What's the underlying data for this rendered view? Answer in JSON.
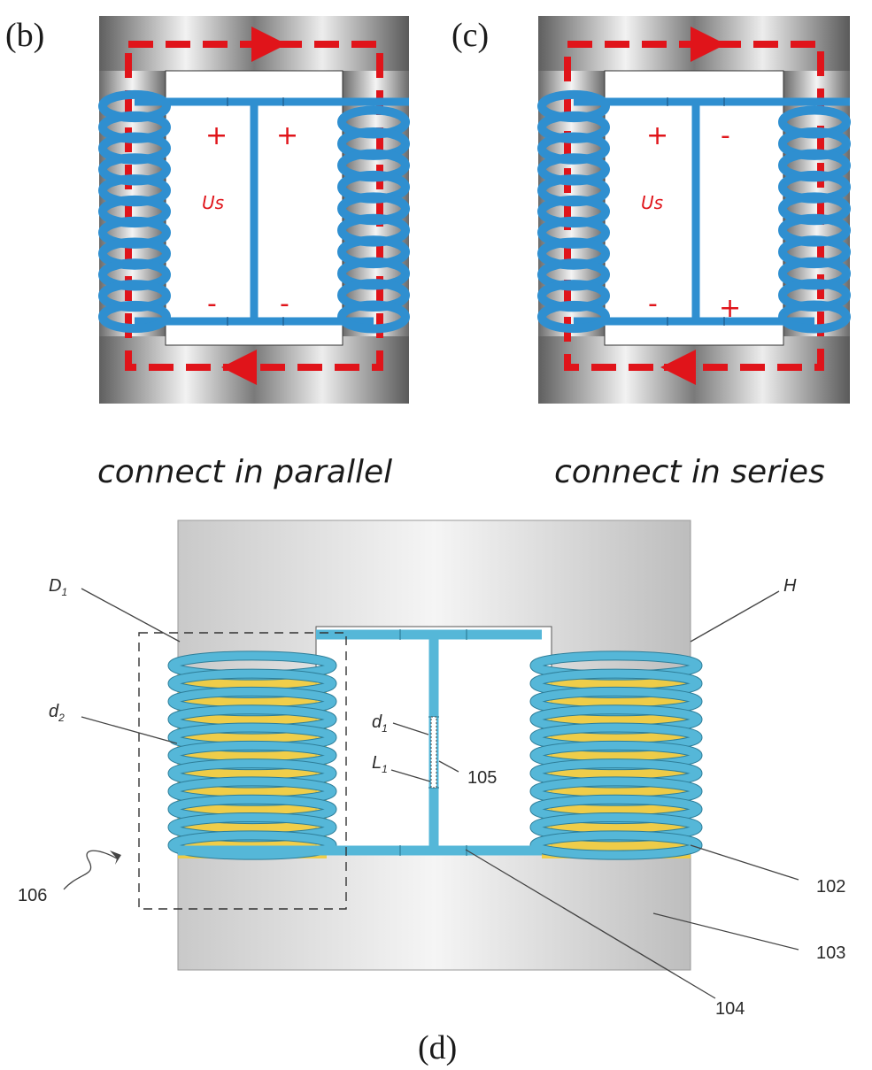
{
  "panels": {
    "b": {
      "letter": "(b)",
      "caption": "connect in parallel",
      "left_top": "+",
      "right_top": "+",
      "left_bottom": "-",
      "right_bottom": "-",
      "source": "Us"
    },
    "c": {
      "letter": "(c)",
      "caption": "connect in series",
      "left_top": "+",
      "right_top": "-",
      "left_bottom": "-",
      "right_bottom": "+",
      "source": "Us"
    },
    "d": {
      "letter": "(d)",
      "labels": {
        "D": "D",
        "D_sub": "1",
        "H": "H",
        "d2": "d",
        "d2_sub": "2",
        "d1": "d",
        "d1_sub": "1",
        "L": "L",
        "L_sub": "1",
        "n105": "105",
        "n106": "106",
        "n102": "102",
        "n103": "103",
        "n104": "104"
      }
    }
  },
  "colors": {
    "coil": "#2f8fd0",
    "flux": "#e0141a",
    "coil_3d": "#55b7d8",
    "insulation": "#f2cc3a"
  }
}
